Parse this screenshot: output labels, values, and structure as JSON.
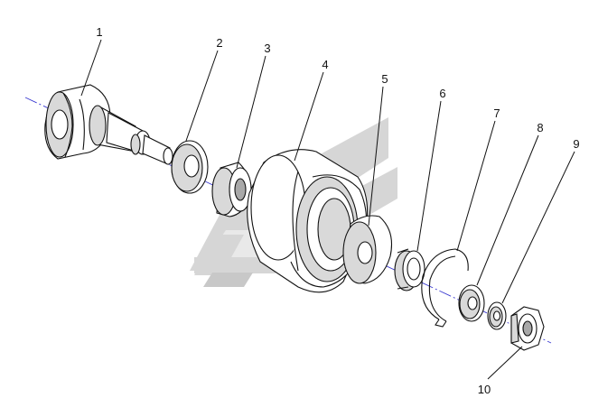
{
  "diagram": {
    "callouts": [
      "1",
      "2",
      "3",
      "4",
      "5",
      "6",
      "7",
      "8",
      "9",
      "10"
    ],
    "colors": {
      "axis": "#3b3bd1",
      "line": "#111111",
      "watermark": "#cfcfcf"
    }
  }
}
